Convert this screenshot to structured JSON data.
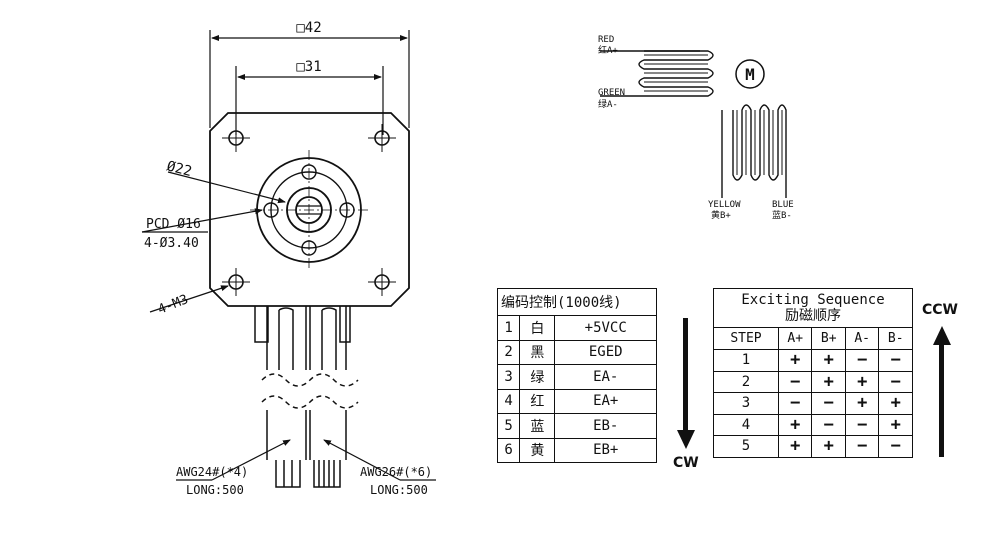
{
  "dimensions": {
    "outer": "□42",
    "inner": "□31",
    "boss": "Ø22",
    "pcd": "PCD Ø16",
    "holes": "4-Ø3.40",
    "mount": "4-M3",
    "wire_left_1": "AWG24#(*4)",
    "wire_left_2": "LONG:500",
    "wire_right_1": "AWG26#(*6)",
    "wire_right_2": "LONG:500"
  },
  "wiring": {
    "motor_symbol": "M",
    "red_en": "RED",
    "red_cn": "红A+",
    "green_en": "GREEN",
    "green_cn": "绿A-",
    "yellow_en": "YELLOW",
    "yellow_cn": "黄B+",
    "blue_en": "BLUE",
    "blue_cn": "蓝B-"
  },
  "encoder_table": {
    "title": "编码控制(1000线)",
    "rows": [
      [
        "1",
        "白",
        "+5VCC"
      ],
      [
        "2",
        "黑",
        "EGED"
      ],
      [
        "3",
        "绿",
        "EA-"
      ],
      [
        "4",
        "红",
        "EA+"
      ],
      [
        "5",
        "蓝",
        "EB-"
      ],
      [
        "6",
        "黄",
        "EB+"
      ]
    ]
  },
  "sequence_table": {
    "title_en": "Exciting Sequence",
    "title_cn": "励磁顺序",
    "columns": [
      "STEP",
      "A+",
      "B+",
      "A-",
      "B-"
    ],
    "rows": [
      [
        "1",
        "+",
        "+",
        "−",
        "−"
      ],
      [
        "2",
        "−",
        "+",
        "+",
        "−"
      ],
      [
        "3",
        "−",
        "−",
        "+",
        "+"
      ],
      [
        "4",
        "+",
        "−",
        "−",
        "+"
      ],
      [
        "5",
        "+",
        "+",
        "−",
        "−"
      ]
    ]
  },
  "direction": {
    "cw": "CW",
    "ccw": "CCW"
  }
}
